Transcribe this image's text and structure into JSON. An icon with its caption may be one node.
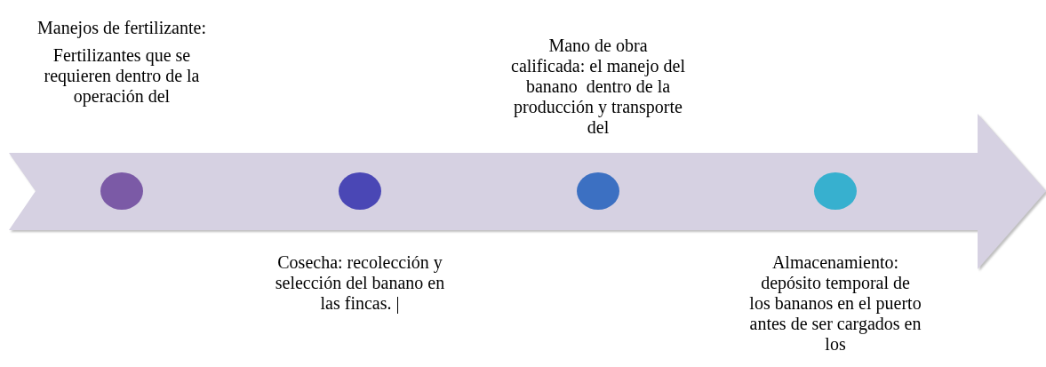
{
  "diagram": {
    "nodes": [
      {
        "text": [],
        "shape": "arrow"
      },
      {
        "text": [],
        "shape": "circle",
        "in": 0,
        "beside": [
          "Manejos de fertilizante:",
          "Fertilizantes que se requieren dentro de la operación del"
        ]
      },
      {
        "text": [],
        "shape": "circle",
        "in": 0,
        "beside": [
          "Cosecha: recolección y selección del banano en las fincas. |"
        ]
      },
      {
        "text": [],
        "shape": "circle",
        "in": 0,
        "beside": [
          "Mano de obra calificada: el manejo del banano  dentro de la producción y transporte del"
        ]
      },
      {
        "text": [],
        "shape": "circle",
        "in": 0,
        "beside": [
          "Almacenamiento: depósito temporal de los bananos en el puerto antes de ser cargados en los"
        ]
      }
    ]
  }
}
